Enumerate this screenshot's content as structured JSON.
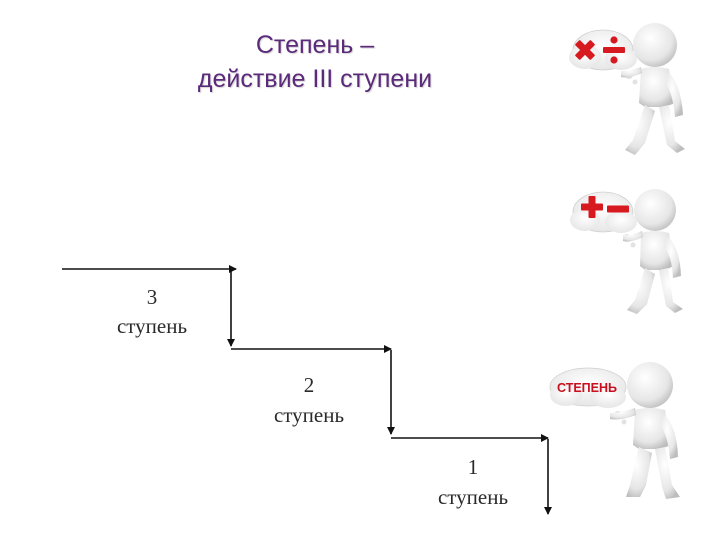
{
  "title": {
    "line1": "Степень –",
    "line2": "действие III ступени"
  },
  "steps": [
    {
      "number": "3",
      "word": "ступень"
    },
    {
      "number": "2",
      "word": "ступень"
    },
    {
      "number": "1",
      "word": "ступень"
    }
  ],
  "figures": [
    {
      "thought": "multiply-divide",
      "icons": [
        "multiply-icon",
        "divide-icon"
      ]
    },
    {
      "thought": "plus-minus",
      "icons": [
        "plus-icon",
        "minus-icon"
      ]
    },
    {
      "thought": "power-word",
      "bubble_text": "СТЕПЕНЬ"
    }
  ],
  "colors": {
    "title": "#5b2a7a",
    "operator": "#d71920",
    "line": "#111111"
  }
}
